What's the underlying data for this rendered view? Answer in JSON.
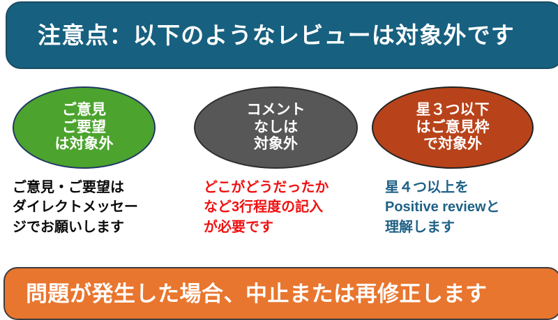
{
  "header": {
    "title": "注意点：以下のようなレビューは対象外です",
    "background_color": "#17607f",
    "text_color": "#ffffff"
  },
  "ellipses": [
    {
      "name": "opinion-request",
      "color": "#4ca32e",
      "border_color": "#203864",
      "text_color": "#ffffff",
      "lines": [
        "ご意見",
        "ご要望",
        "は対象外"
      ]
    },
    {
      "name": "no-comment",
      "color": "#575757",
      "border_color": "#2e2e2e",
      "text_color": "#ffffff",
      "lines": [
        "コメント",
        "なしは",
        "対象外"
      ]
    },
    {
      "name": "three-stars-or-less",
      "color": "#b8431a",
      "border_color": "#222222",
      "text_color": "#ffffff",
      "lines": [
        "星３つ以下",
        "はご意見枠",
        "で対象外"
      ]
    }
  ],
  "captions": [
    {
      "name": "direct-message-note",
      "color": "#0a0a0a",
      "lines": [
        "ご意見・ご要望は",
        "ダイレクトメッセー",
        "ジでお願いします"
      ]
    },
    {
      "name": "three-lines-required-note",
      "color": "#ef1111",
      "lines": [
        "どこがどうだったか",
        "など3行程度の記入",
        "が必要です"
      ]
    },
    {
      "name": "positive-review-note",
      "color": "#1f6186",
      "lines": [
        "星４つ以上を",
        "Positive reviewと",
        "理解します"
      ]
    }
  ],
  "footer": {
    "title": "問題が発生した場合、中止または再修正します",
    "background_color": "#e8762f",
    "text_color": "#ffffff"
  }
}
